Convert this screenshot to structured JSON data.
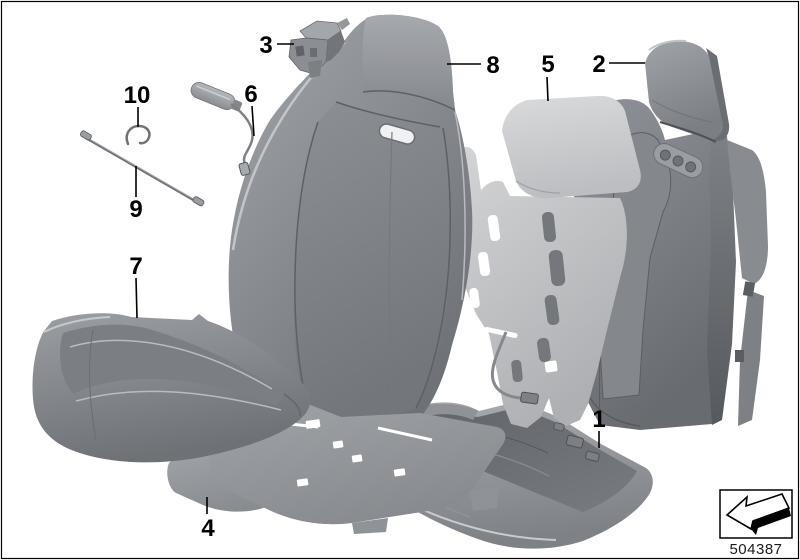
{
  "figure": {
    "type": "exploded-parts-diagram",
    "subject": "vehicle front seat upholstery, covers, heater mat and padding",
    "background": "#ffffff",
    "border_color": "#000000",
    "callouts": [
      {
        "label": "1"
      },
      {
        "label": "2"
      },
      {
        "label": "3"
      },
      {
        "label": "4"
      },
      {
        "label": "5"
      },
      {
        "label": "6"
      },
      {
        "label": "7"
      },
      {
        "label": "8"
      },
      {
        "label": "9"
      },
      {
        "label": "10"
      }
    ],
    "footer": {
      "doc_number": "504387",
      "icon": "direction-arrow-down-left-icon"
    },
    "palette": {
      "part_light": "#c9cbce",
      "part_mid": "#8e9196",
      "part_dark": "#5f6267",
      "mat_light": "#d3d5d7",
      "label_color": "#000000"
    }
  }
}
